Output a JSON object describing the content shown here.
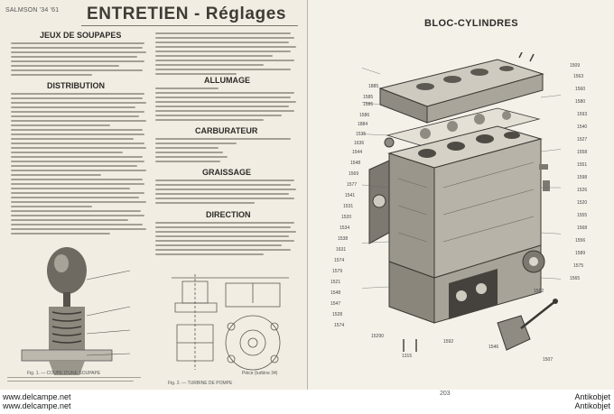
{
  "header": {
    "left_running_head": "SALMSON '34 '61"
  },
  "left_page": {
    "title": "ENTRETIEN - Réglages",
    "sections": {
      "jeux": "JEUX DE SOUPAPES",
      "distribution": "DISTRIBUTION",
      "allumage": "ALLUMAGE",
      "carburateur": "CARBURATEUR",
      "graissage": "GRAISSAGE",
      "direction": "DIRECTION"
    },
    "captions": {
      "fig1": "Fig. 1. — COUPE D'UNE SOUPAPE",
      "fig2": "Fig. 2. — TURBINE DE POMPE",
      "fig3": "Pièce (turbine 34)"
    }
  },
  "right_page": {
    "title": "BLOC-CYLINDRES",
    "page_number": "203",
    "part_numbers": [
      "1885",
      "1585",
      "1586",
      "1586",
      "1884",
      "1535",
      "1636",
      "1544",
      "1548",
      "1569",
      "1577",
      "1541",
      "1531",
      "1520",
      "1534",
      "1538",
      "1631",
      "1574",
      "1579",
      "1521",
      "1548",
      "1547",
      "1528",
      "1574",
      "1509",
      "1563",
      "1560",
      "1580",
      "1593",
      "1540",
      "1527",
      "1558",
      "1551",
      "1598",
      "1526",
      "1520",
      "1555",
      "1568",
      "1556",
      "1589",
      "1575",
      "1565",
      "1562",
      "15290",
      "1592",
      "1546",
      "1315",
      "1507"
    ]
  },
  "footer": {
    "left_line1": "www.delcampe.net",
    "left_line2": "www.delcampe.net",
    "right_line1": "Antikobjet",
    "right_line2": "Antikobjet"
  }
}
